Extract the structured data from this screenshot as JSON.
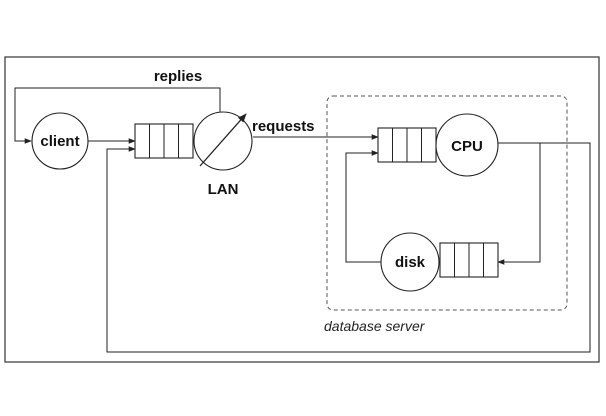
{
  "diagram": {
    "labels": {
      "replies": "replies",
      "client": "client",
      "requests": "requests",
      "lan": "LAN",
      "cpu": "CPU",
      "disk": "disk",
      "database_server": "database server"
    }
  }
}
